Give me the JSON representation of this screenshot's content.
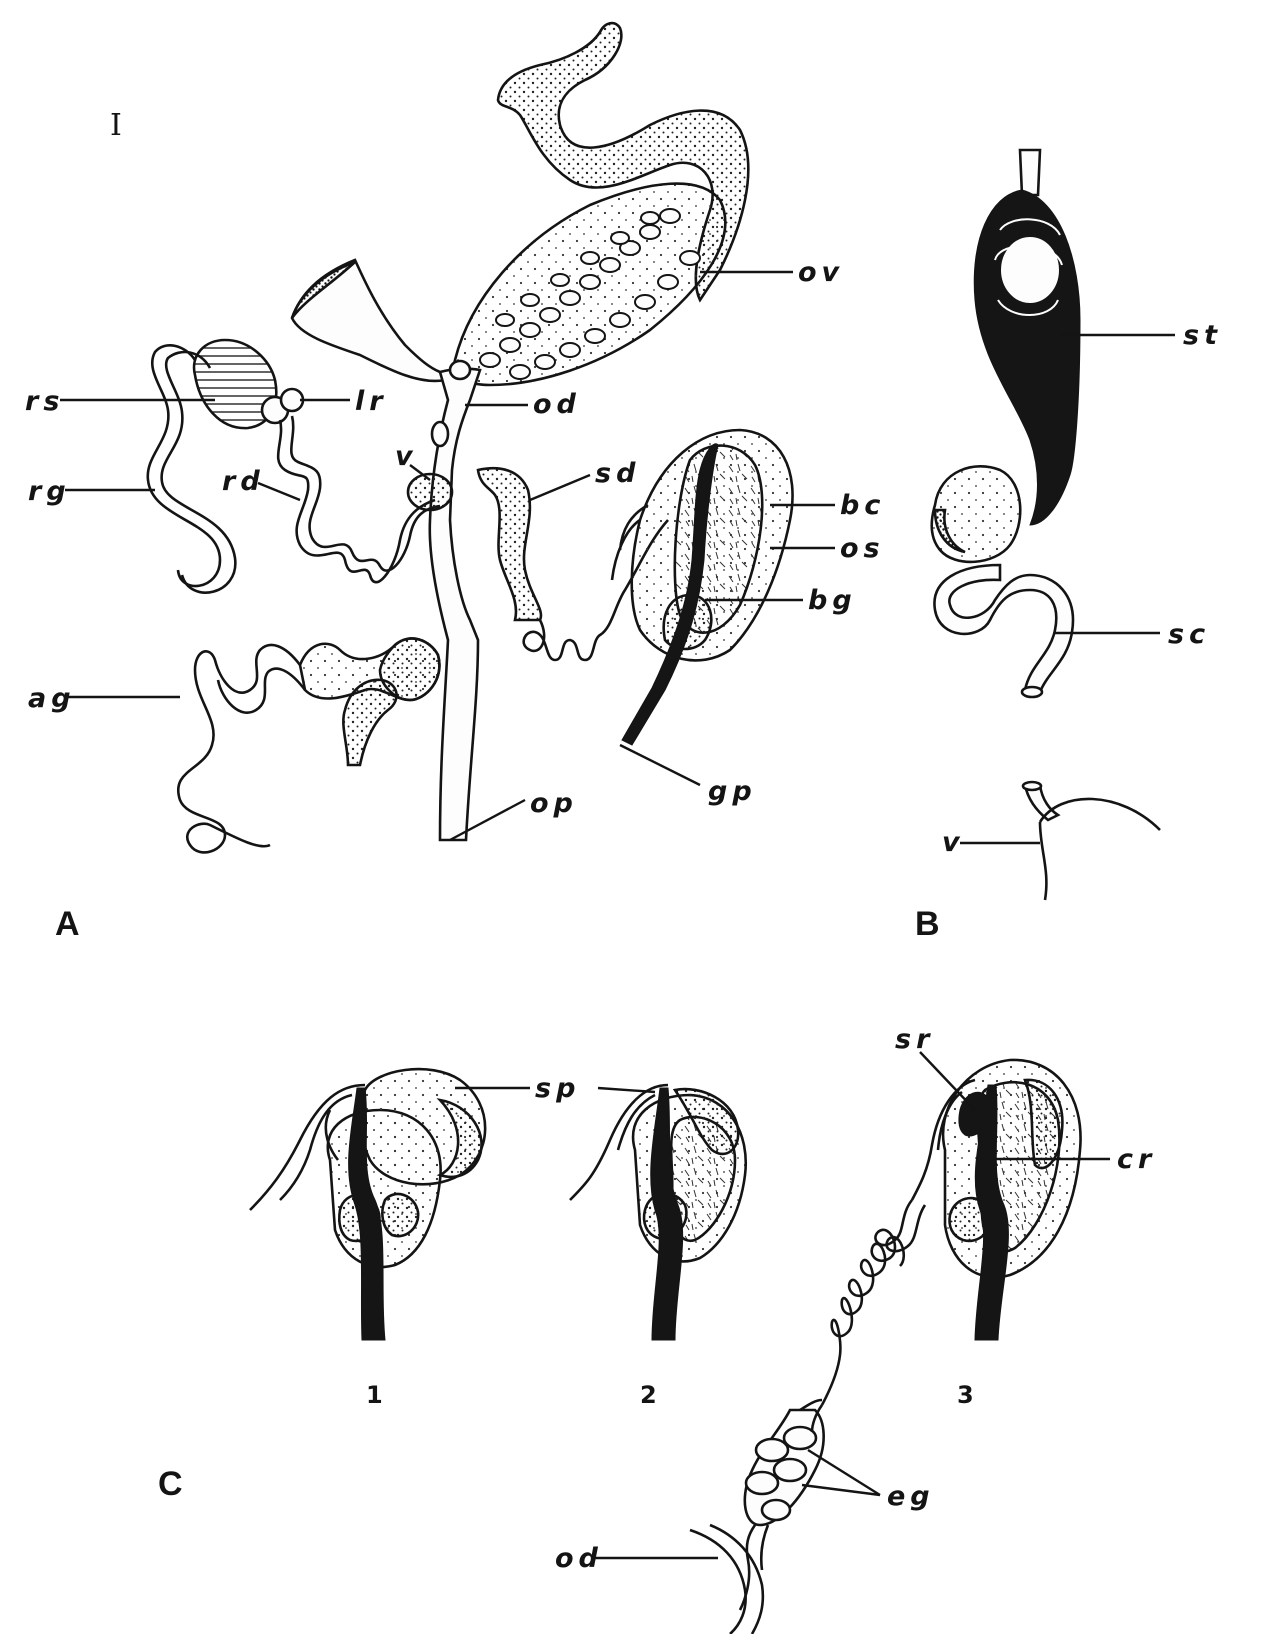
{
  "figure": {
    "roman_numeral": "I",
    "panels": {
      "a": "A",
      "b": "B",
      "c": "C"
    },
    "labels_a": {
      "ov": "ov",
      "od": "od",
      "rs": "rs",
      "lr": "lr",
      "v": "v",
      "rd": "rd",
      "rg": "rg",
      "sd": "sd",
      "bc": "bc",
      "os": "os",
      "bg": "bg",
      "ag": "ag",
      "gp": "gp",
      "op": "op"
    },
    "labels_b": {
      "st": "st",
      "sc": "sc",
      "v": "v"
    },
    "labels_c": {
      "sp": "sp",
      "sr": "sr",
      "cr": "cr",
      "eg": "eg",
      "od": "od"
    },
    "stage_numbers": [
      "1",
      "2",
      "3"
    ]
  }
}
